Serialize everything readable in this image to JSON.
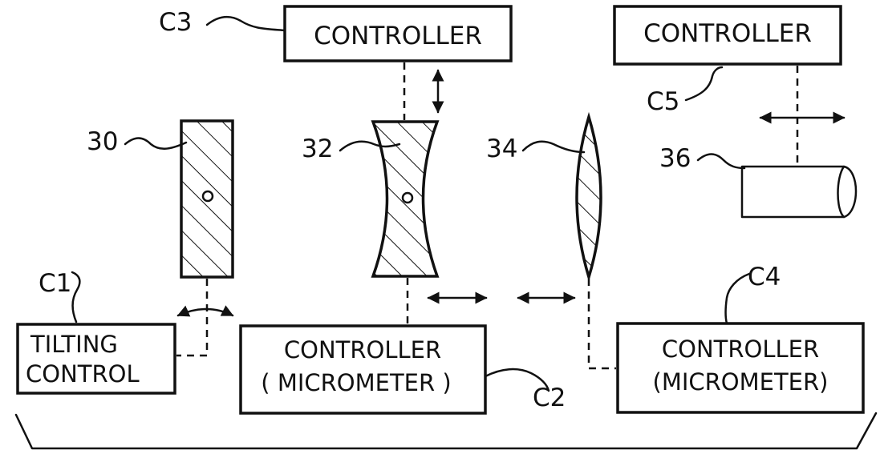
{
  "labels": {
    "c1": "C1",
    "c2": "C2",
    "c3": "C3",
    "c4": "C4",
    "c5": "C5",
    "n30": "30",
    "n32": "32",
    "n34": "34",
    "n36": "36"
  },
  "boxes": {
    "controller_c3": "CONTROLLER",
    "controller_c5": "CONTROLLER",
    "tilting_line1": "TILTING",
    "tilting_line2": "CONTROL",
    "micrometer_c2_line1": "CONTROLLER",
    "micrometer_c2_line2": "( MICROMETER )",
    "micrometer_c4_line1": "CONTROLLER",
    "micrometer_c4_line2": "(MICROMETER)"
  },
  "colors": {
    "ink": "#111111",
    "paper": "#ffffff"
  }
}
